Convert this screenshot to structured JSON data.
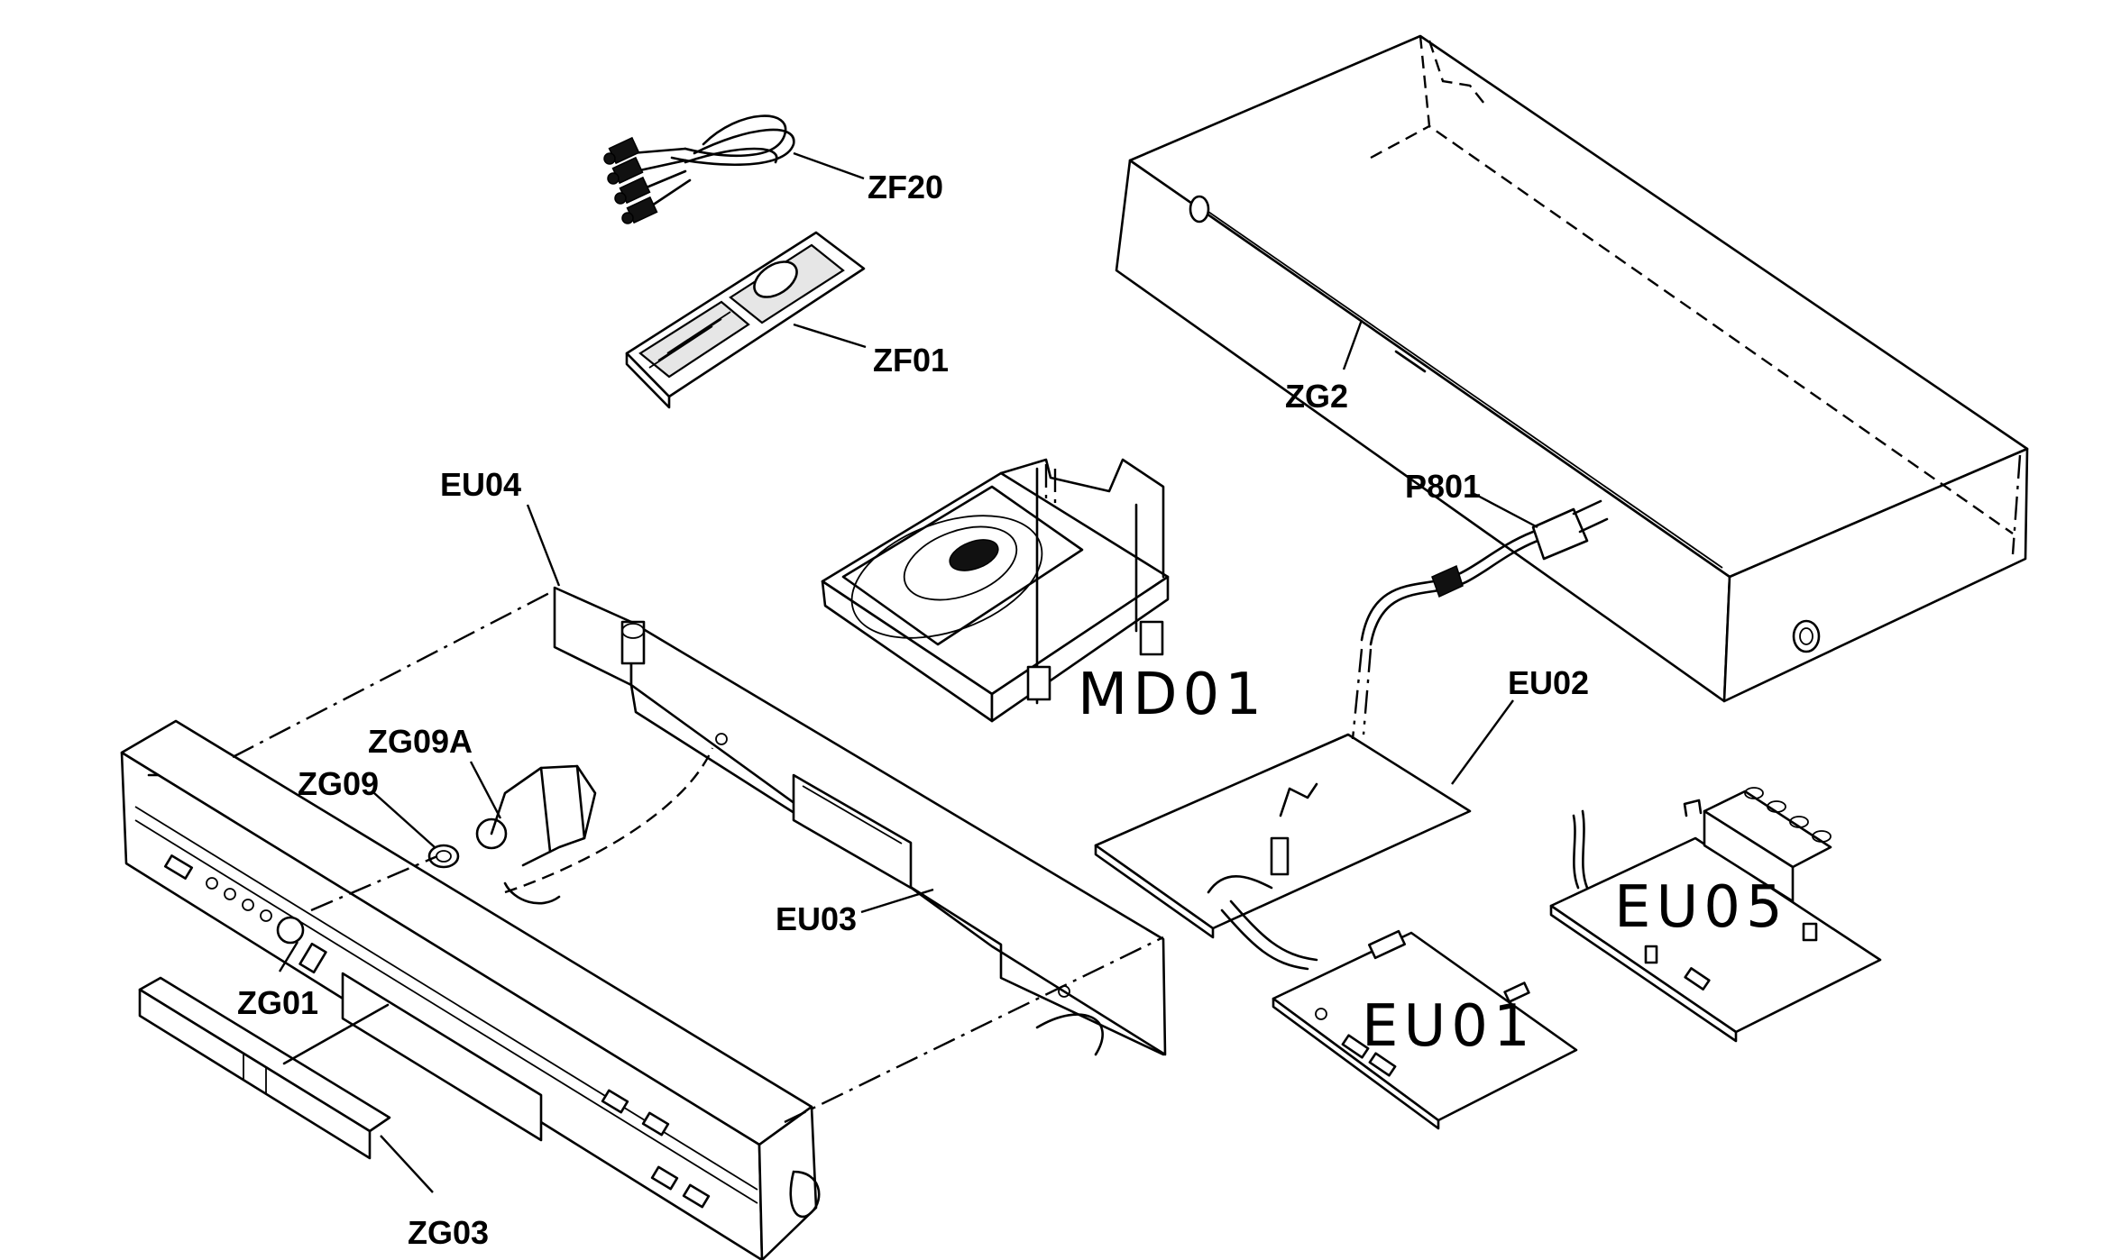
{
  "labels": {
    "zf20": "ZF20",
    "zf01": "ZF01",
    "zg2": "ZG2",
    "p801": "P801",
    "eu04": "EU04",
    "md01": "MD01",
    "eu02": "EU02",
    "zg09a": "ZG09A",
    "zg09": "ZG09",
    "eu03": "EU03",
    "eu05": "EU05",
    "zg01": "ZG01",
    "eu01": "EU01",
    "zg03": "ZG03"
  }
}
